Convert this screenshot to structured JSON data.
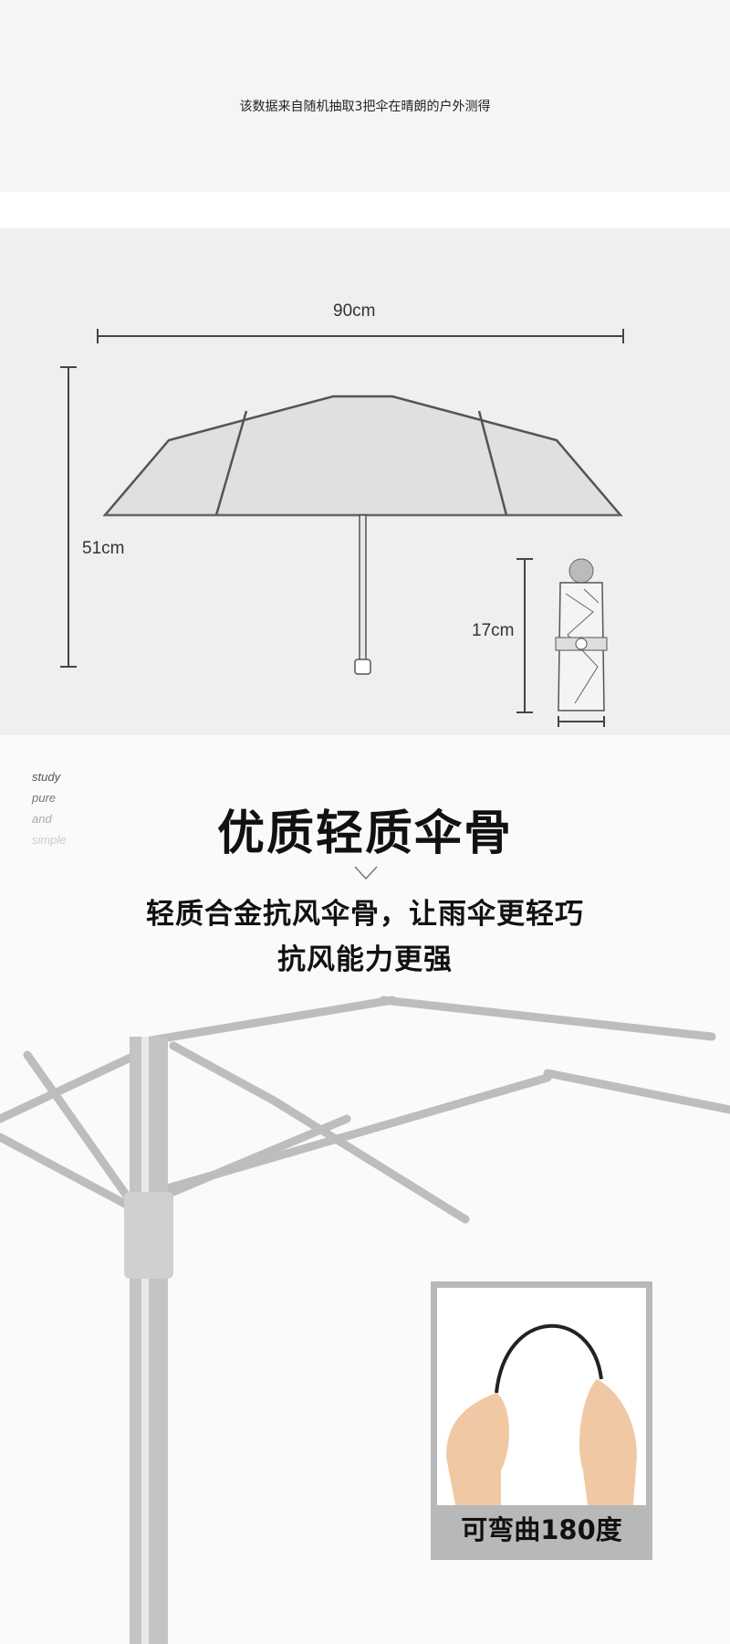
{
  "measurement_note": "该数据来自随机抽取3把伞在晴朗的户外测得",
  "dimensions": {
    "open_width": "90cm",
    "open_height": "51cm",
    "folded_length": "17cm"
  },
  "feature": {
    "side_words": [
      "study",
      "pure",
      "and",
      "simple"
    ],
    "title": "优质轻质伞骨",
    "subtitle_line1": "轻质合金抗风伞骨，让雨伞更轻巧",
    "subtitle_line2": "抗风能力更强",
    "inset_caption": "可弯曲180度"
  }
}
